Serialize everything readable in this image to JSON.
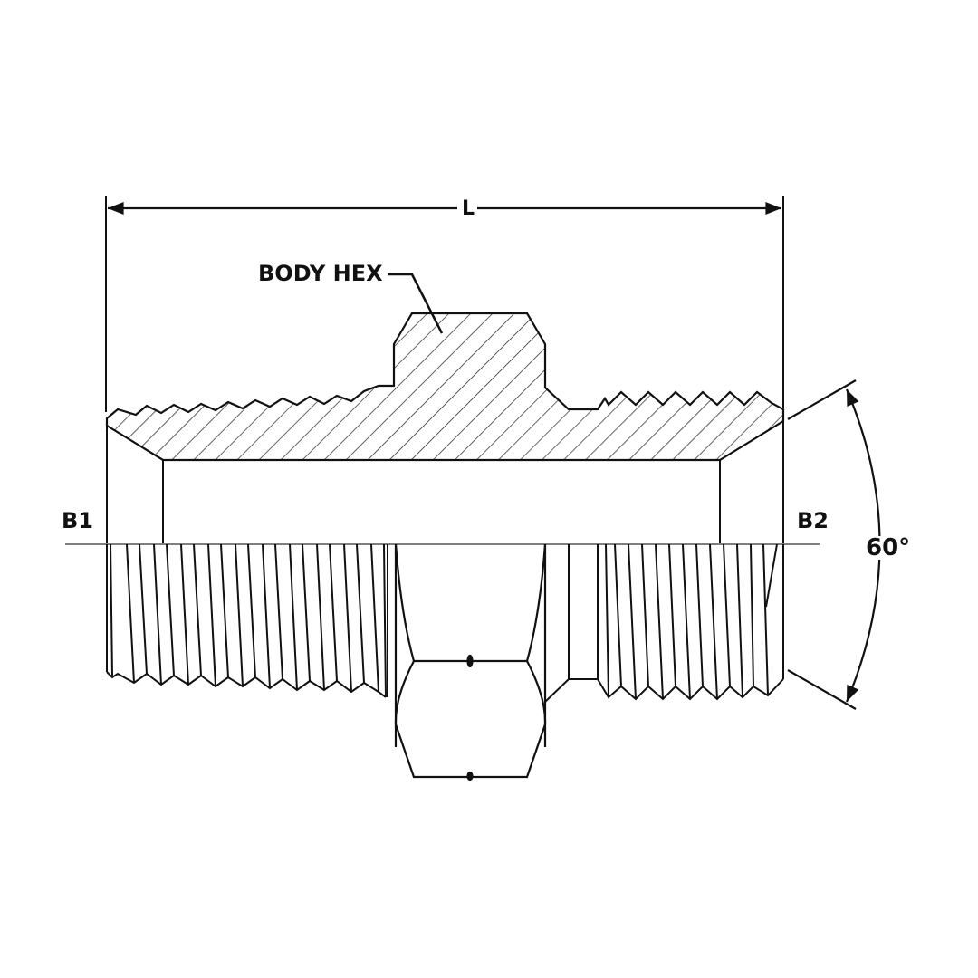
{
  "diagram": {
    "type": "technical-drawing",
    "subject": "hydraulic adapter fitting, half-section view",
    "labels": {
      "length": "L",
      "body_hex": "BODY HEX",
      "end_left": "B1",
      "end_right": "B2",
      "angle": "60°"
    },
    "colors": {
      "line": "#111111",
      "background": "#ffffff",
      "centerline": "#555555"
    }
  }
}
